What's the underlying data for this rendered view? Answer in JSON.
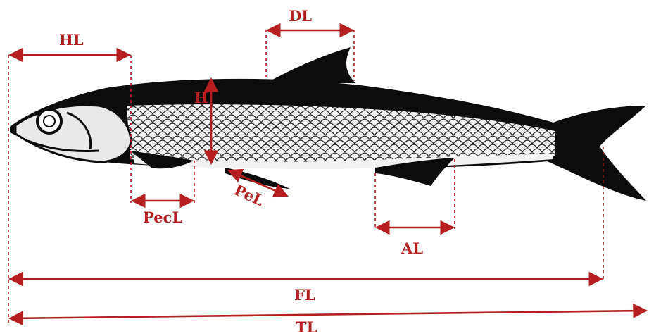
{
  "colors": {
    "annotation": "#b51f1f",
    "fish_dark": "#0c0c0c",
    "fish_light": "#f2f2f2",
    "background": "#ffffff"
  },
  "labels": {
    "hl": "HL",
    "dl": "DL",
    "h": "H",
    "pecl": "PecL",
    "pel": "PeL",
    "al": "AL",
    "fl": "FL",
    "tl": "TL"
  }
}
